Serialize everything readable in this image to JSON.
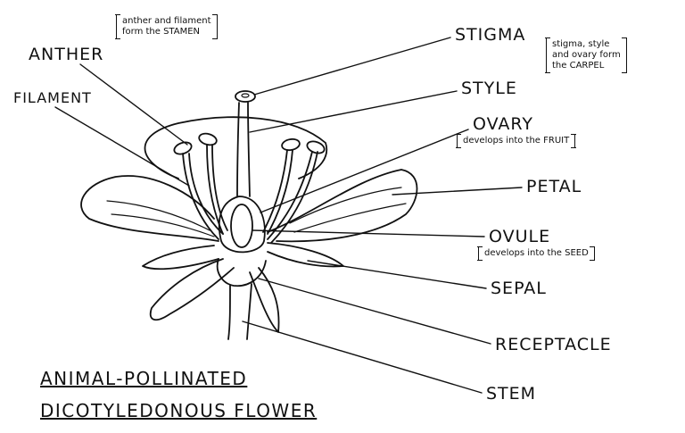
{
  "labels": {
    "anther": "ANTHER",
    "filament": "FILAMENT",
    "stigma": "STIGMA",
    "style": "STYLE",
    "ovary": "OVARY",
    "petal": "PETAL",
    "ovule": "OVULE",
    "sepal": "SEPAL",
    "receptacle": "RECEPTACLE",
    "stem": "STEM"
  },
  "notes": {
    "stamen_line1": "anther and filament",
    "stamen_line2": "form the STAMEN",
    "carpel_line1": "stigma, style",
    "carpel_line2": "and ovary form",
    "carpel_line3": "the CARPEL",
    "ovary_note": "develops into the FRUIT",
    "ovule_note": "develops into the SEED"
  },
  "title": {
    "line1": "ANIMAL-POLLINATED",
    "line2": "DICOTYLEDONOUS FLOWER"
  },
  "colors": {
    "ink": "#111111",
    "paper": "#ffffff"
  }
}
